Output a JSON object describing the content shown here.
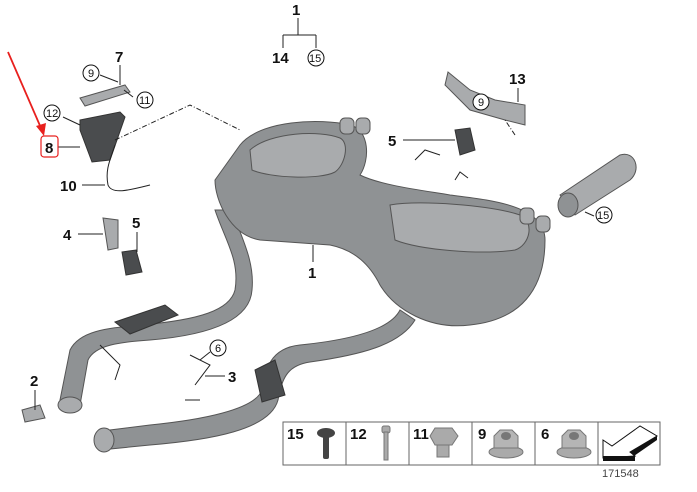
{
  "diagram": {
    "callouts": [
      {
        "id": "top-1",
        "text": "1",
        "circled": false
      },
      {
        "id": "top-14",
        "text": "14",
        "circled": false
      },
      {
        "id": "top-15",
        "text": "15",
        "circled": true
      },
      {
        "id": "c7",
        "text": "7",
        "circled": false
      },
      {
        "id": "c9a",
        "text": "9",
        "circled": true
      },
      {
        "id": "c11",
        "text": "11",
        "circled": true
      },
      {
        "id": "c12",
        "text": "12",
        "circled": true
      },
      {
        "id": "c8",
        "text": "8",
        "circled": false,
        "highlighted": true
      },
      {
        "id": "c10",
        "text": "10",
        "circled": false
      },
      {
        "id": "c13",
        "text": "13",
        "circled": false
      },
      {
        "id": "c9b",
        "text": "9",
        "circled": true
      },
      {
        "id": "c5a",
        "text": "5",
        "circled": false
      },
      {
        "id": "c15b",
        "text": "15",
        "circled": true
      },
      {
        "id": "c4",
        "text": "4",
        "circled": false
      },
      {
        "id": "c5b",
        "text": "5",
        "circled": false
      },
      {
        "id": "c1b",
        "text": "1",
        "circled": false
      },
      {
        "id": "c6",
        "text": "6",
        "circled": true
      },
      {
        "id": "c3",
        "text": "3",
        "circled": false
      },
      {
        "id": "c2",
        "text": "2",
        "circled": false
      }
    ],
    "hardware_legend": [
      {
        "text": "15",
        "part": "bolt-dark"
      },
      {
        "text": "12",
        "part": "bolt-long"
      },
      {
        "text": "11",
        "part": "hex-bolt"
      },
      {
        "text": "9",
        "part": "flange-nut"
      },
      {
        "text": "6",
        "part": "flange-nut"
      },
      {
        "text": "",
        "part": "direction-arrow"
      }
    ],
    "reference_number": "171548",
    "colors": {
      "highlight": "#e8201e",
      "part": "#8f9294"
    }
  }
}
